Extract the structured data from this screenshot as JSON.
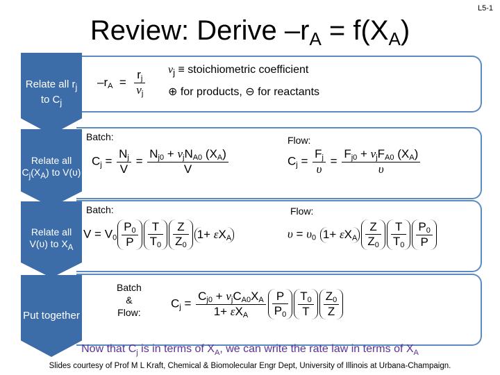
{
  "slide_number": "L5-1",
  "title": "Review: Derive –r",
  "title_sub": "A",
  "title_mid": " = f(X",
  "title_sub2": "A",
  "title_end": ")",
  "steps": [
    {
      "label": "Relate all r",
      "sub": "j",
      "tail": " to C",
      "sub2": "j"
    },
    {
      "label": "Relate all C",
      "sub": "j",
      "tail": "(X",
      "sub2": "A",
      "tail2": ") to V(υ)"
    },
    {
      "label": "Relate all V(υ) to X",
      "sub": "A"
    },
    {
      "label": "Put together"
    }
  ],
  "box1": {
    "line1": "ν",
    "line1_sub": "j",
    "line1_text": " ≡ stoichiometric coefficient",
    "line2": "⊕ for products, ⊖ for reactants"
  },
  "box2": {
    "batch_label": "Batch:",
    "flow_label": "Flow:"
  },
  "box3": {
    "batch_label": "Batch:",
    "flow_label": "Flow:"
  },
  "box4": {
    "label_line1": "Batch",
    "label_line2": "&",
    "label_line3": "Flow:"
  },
  "caption": {
    "a": "Now that C",
    "a_sub": "j",
    "b": " is in terms of X",
    "b_sub": "A",
    "c": ", we can write the rate law in terms of X",
    "c_sub": "A"
  },
  "credit": "Slides courtesy of Prof M L Kraft, Chemical & Biomolecular Engr Dept, University of Illinois at Urbana-Champaign."
}
